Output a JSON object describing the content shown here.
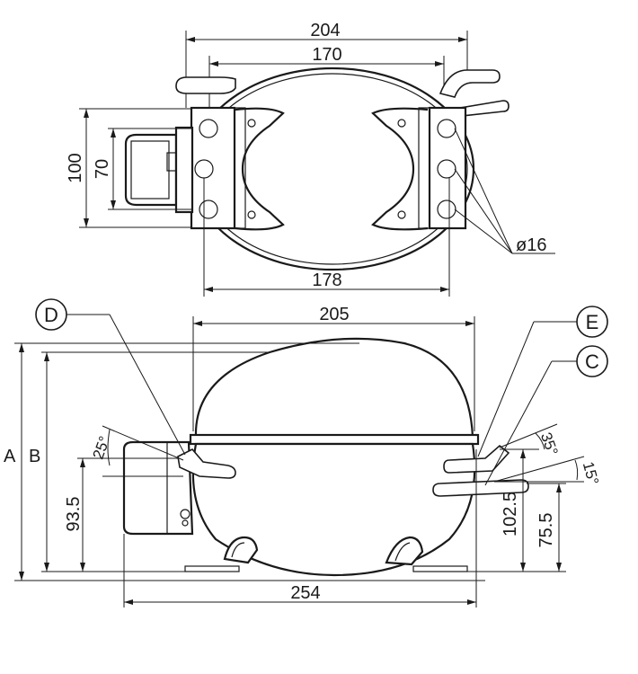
{
  "top_view": {
    "dim_overall_width": "204",
    "dim_inner_width": "170",
    "dim_base_width": "178",
    "dim_height_outer": "100",
    "dim_height_inner": "70",
    "dim_hole_dia": "ø16"
  },
  "side_view": {
    "dim_body_width": "205",
    "dim_base_length": "254",
    "dim_height_D": "93.5",
    "dim_height_E": "102.5",
    "dim_height_C": "75.5",
    "angle_D": "25°",
    "angle_E": "35°",
    "angle_C": "15°",
    "label_A": "A",
    "label_B": "B"
  },
  "callouts": {
    "D": "D",
    "E": "E",
    "C": "C"
  }
}
